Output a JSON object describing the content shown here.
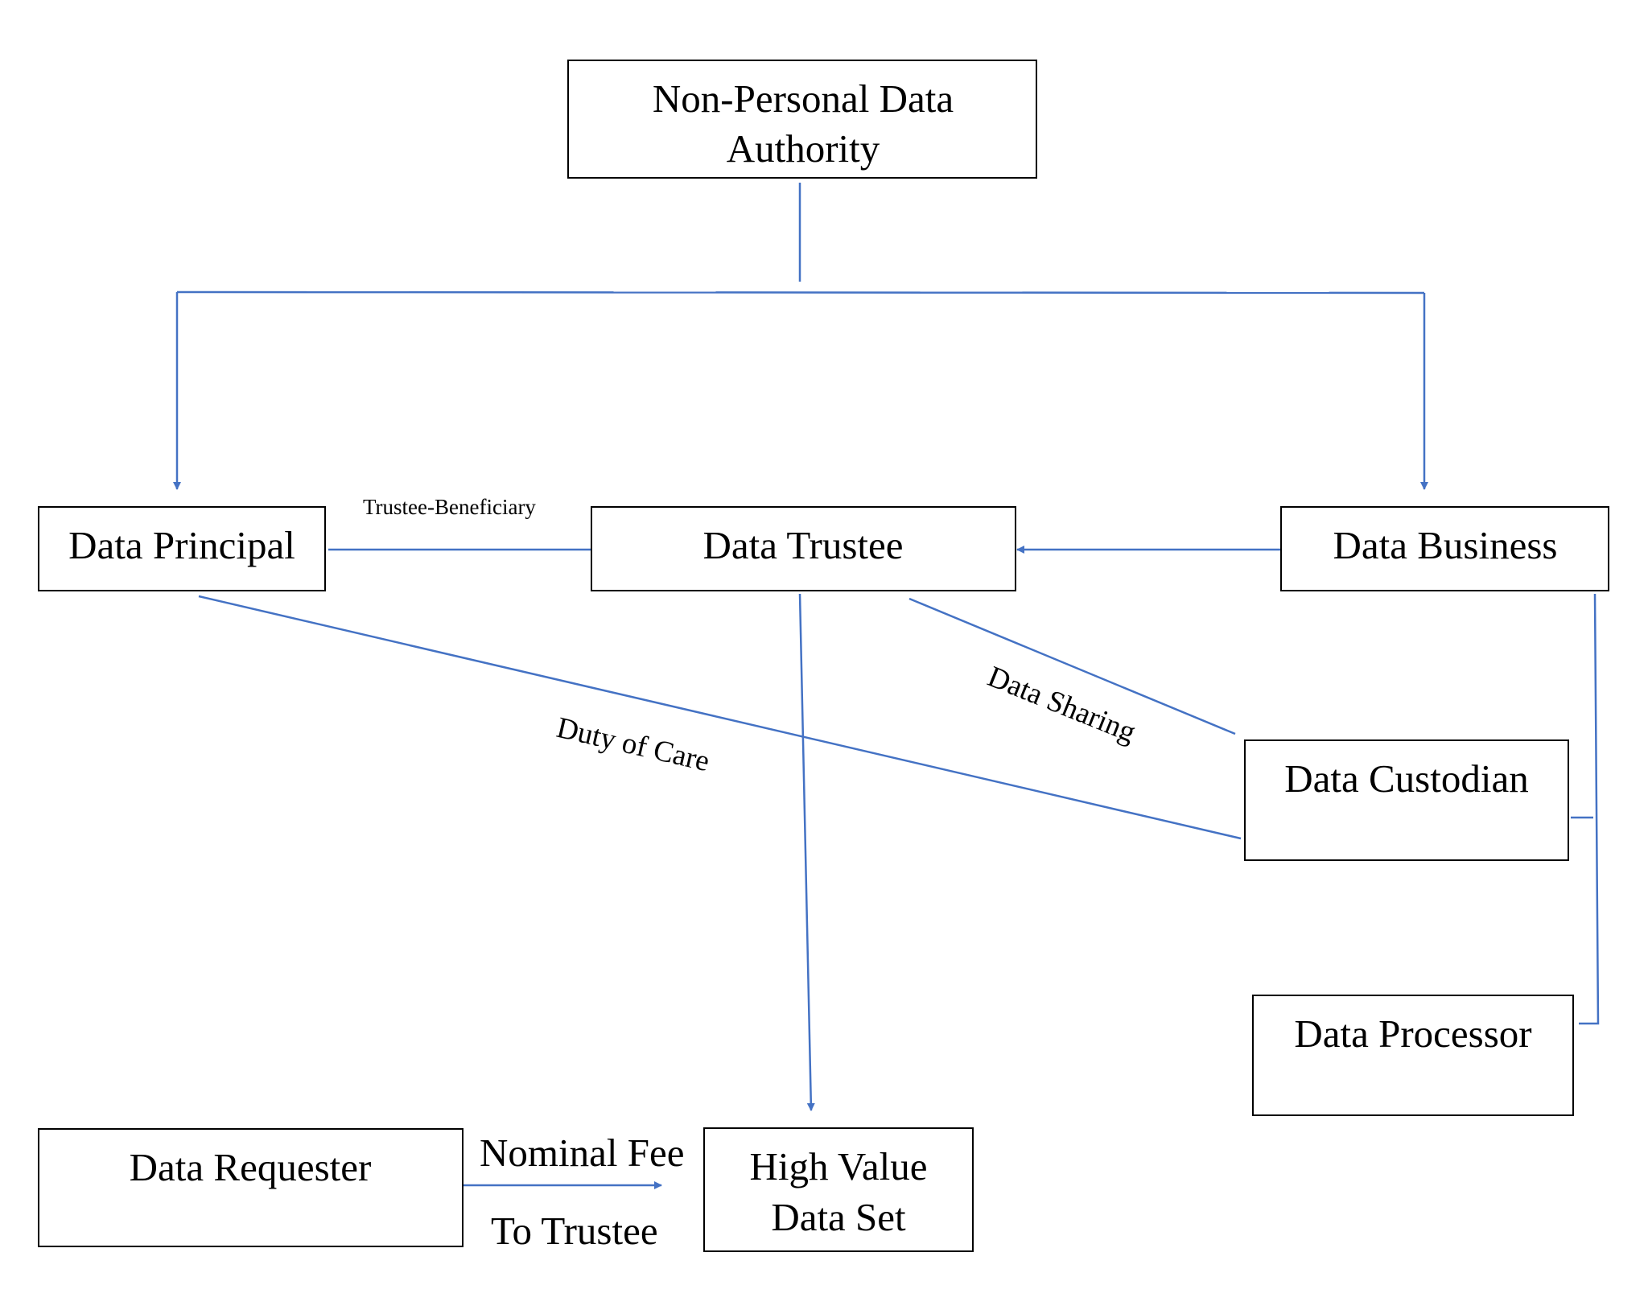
{
  "colors": {
    "connector": "#4472c4",
    "box_border": "#000000",
    "text": "#000000",
    "background": "#ffffff"
  },
  "nodes": {
    "authority": {
      "line1": "Non-Personal Data",
      "line2": "Authority"
    },
    "principal": {
      "label": "Data Principal"
    },
    "trustee": {
      "label": "Data Trustee"
    },
    "business": {
      "label": "Data Business"
    },
    "custodian": {
      "label": "Data Custodian"
    },
    "processor": {
      "label": "Data Processor"
    },
    "requester": {
      "label": "Data Requester"
    },
    "dataset": {
      "line1": "High Value",
      "line2": "Data Set"
    }
  },
  "edge_labels": {
    "trustee_beneficiary": "Trustee-Beneficiary",
    "duty_of_care": "Duty of Care",
    "data_sharing": "Data Sharing",
    "nominal_fee": "Nominal Fee",
    "to_trustee": "To Trustee"
  }
}
